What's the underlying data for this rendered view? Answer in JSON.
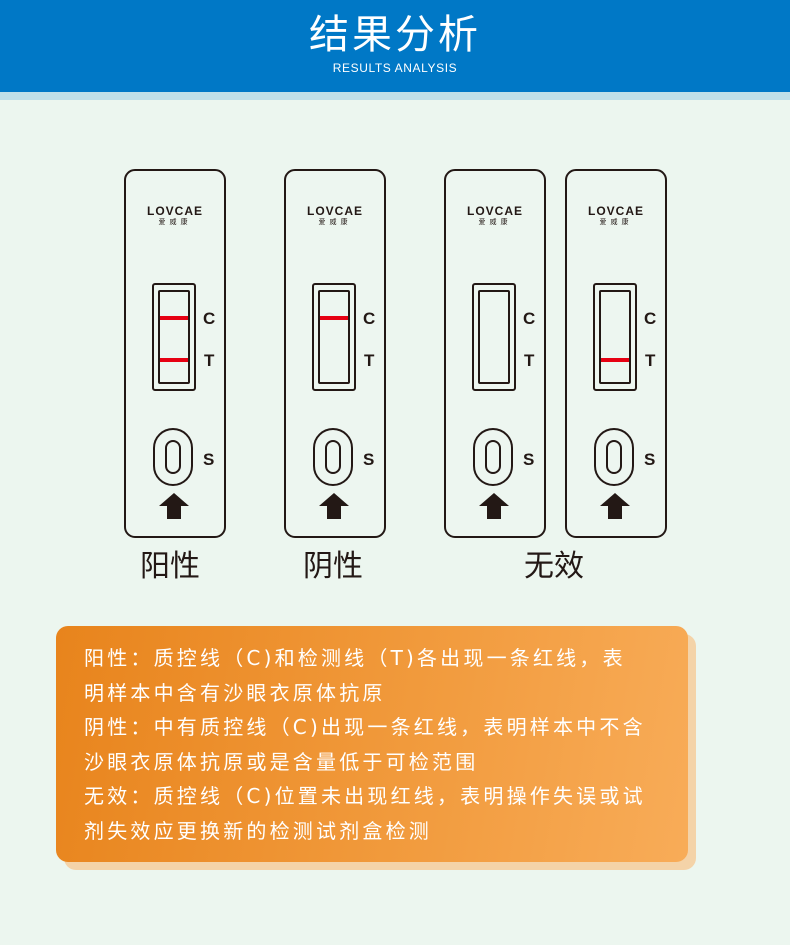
{
  "header": {
    "title": "结果分析",
    "subtitle": "RESULTS ANALYSIS",
    "bg_color": "#0078c6"
  },
  "brand": {
    "name_en": "LOVCAE",
    "name_cn": "爱威康"
  },
  "cassette_labels": {
    "control": "C",
    "test": "T",
    "sample": "S"
  },
  "cassettes": [
    {
      "id": "positive",
      "c_line": true,
      "t_line": true
    },
    {
      "id": "negative",
      "c_line": true,
      "t_line": false
    },
    {
      "id": "invalid-1",
      "c_line": false,
      "t_line": false
    },
    {
      "id": "invalid-2",
      "c_line": false,
      "t_line": true
    }
  ],
  "result_labels": {
    "positive": "阳性",
    "negative": "阴性",
    "invalid": "无效"
  },
  "line_color": "#e60012",
  "explanation": {
    "lines": [
      "阳性：质控线（C)和检测线（T)各出现一条红线，表",
      "明样本中含有沙眼衣原体抗原",
      "阴性：中有质控线（C)出现一条红线，表明样本中不含",
      "沙眼衣原体抗原或是含量低于可检范围",
      "无效：质控线（C)位置未出现红线，表明操作失误或试",
      "剂失效应更换新的检测试剂盒检测"
    ],
    "accent_color": "#e8841c"
  }
}
